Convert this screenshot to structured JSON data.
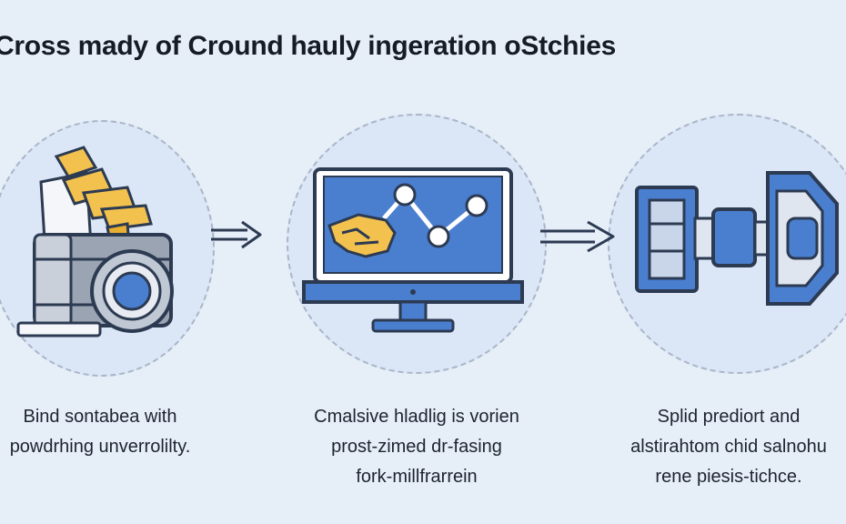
{
  "title": "Cross mady of Cround hauly ingeration oStchies",
  "steps": [
    {
      "icon": "camera-stack-icon",
      "caption_lines": [
        "Bind sontabea with",
        "powdrhing unverrolilty."
      ]
    },
    {
      "icon": "monitor-chart-icon",
      "caption_lines": [
        "Cmalsive hladlig is vorien",
        "prost-zimed dr-fasing",
        "fork-millfrarrein"
      ]
    },
    {
      "icon": "mechanical-connector-icon",
      "caption_lines": [
        "Splid prediort and",
        "alstirahtom chid salnohu",
        "rene piesis-tichce."
      ]
    }
  ],
  "colors": {
    "background": "#e6eef8",
    "accent_blue": "#4a7fd0",
    "accent_yellow": "#f2c14e",
    "outline": "#2c3a52"
  }
}
